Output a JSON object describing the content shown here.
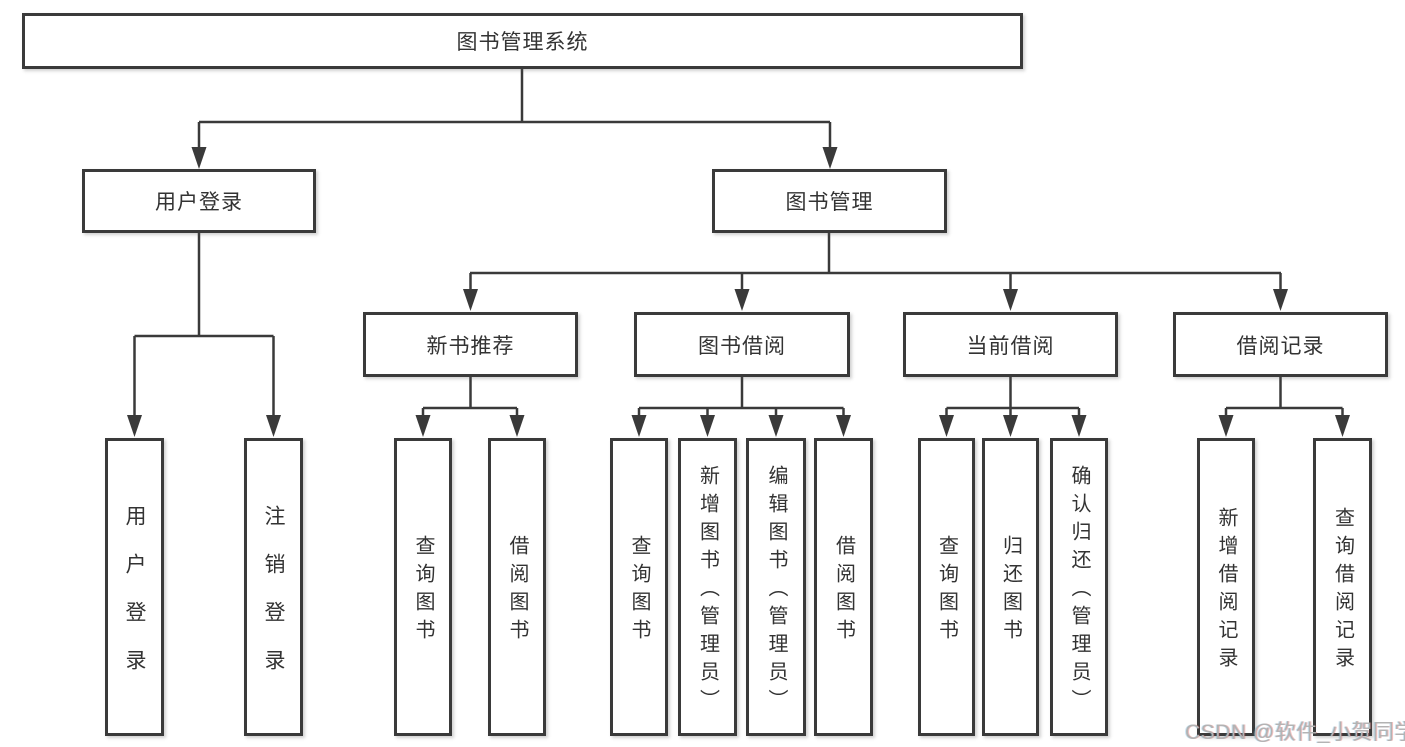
{
  "title": "图书管理系统",
  "branches": {
    "userLogin": {
      "label": "用户登录",
      "children": [
        "用户登录",
        "注销登录"
      ]
    },
    "bookManagement": {
      "label": "图书管理"
    }
  },
  "sections": [
    {
      "label": "新书推荐",
      "children": [
        "查询图书",
        "借阅图书"
      ]
    },
    {
      "label": "图书借阅",
      "children": [
        "查询图书",
        "新增图书（管理员）",
        "编辑图书（管理员）",
        "借阅图书"
      ]
    },
    {
      "label": "当前借阅",
      "children": [
        "查询图书",
        "归还图书",
        "确认归还（管理员）"
      ]
    },
    {
      "label": "借阅记录",
      "children": [
        "新增借阅记录",
        "查询借阅记录"
      ]
    }
  ],
  "watermark": "CSDN @软件_小贺同学",
  "colors": {
    "line": "#3a3a3a",
    "text": "#333333",
    "watermark": "#b3b3b3",
    "background": "#ffffff"
  }
}
